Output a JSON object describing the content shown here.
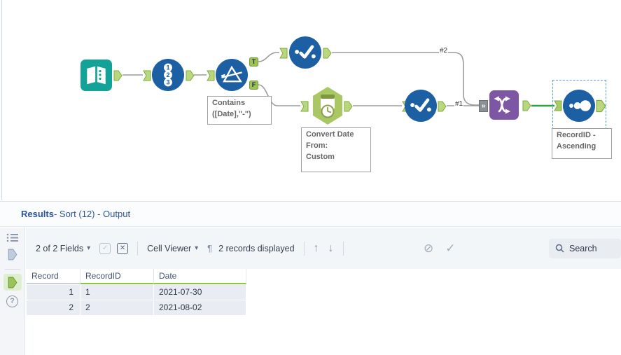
{
  "canvas": {
    "filter_anchor_true": "T",
    "filter_anchor_false": "F",
    "record_id_icon_digits": [
      "1",
      "2",
      "3"
    ],
    "connection_labels": {
      "branch1": "#1",
      "branch2": "#2"
    },
    "annotations": {
      "filter_line1": "Contains",
      "filter_line2": "([Date],\"-\")",
      "datetime_line1": "Convert Date",
      "datetime_line2": "From:",
      "datetime_line3": "Custom",
      "sort_line1": "RecordID -",
      "sort_line2": "Ascending"
    }
  },
  "results": {
    "header": {
      "title": "Results",
      "subtitle": " - Sort (12) - Output"
    },
    "toolbar": {
      "fields_dropdown": "2 of 2 Fields",
      "cell_viewer_dropdown": "Cell Viewer",
      "records_displayed": "2 records displayed",
      "search_placeholder": "Search"
    },
    "table": {
      "columns": [
        "Record",
        "RecordID",
        "Date"
      ],
      "rows": [
        {
          "record": "1",
          "record_id": "1",
          "date": "2021-07-30"
        },
        {
          "record": "2",
          "record_id": "2",
          "date": "2021-08-02"
        }
      ]
    }
  },
  "icons": {
    "caret_down": "▾",
    "pilcrow": "¶",
    "arrow_up": "↑",
    "arrow_down": "↓",
    "cancel": "⊘",
    "check": "✓",
    "check_small": "✓",
    "x_small": "✕",
    "help": "?",
    "multi_input": "»"
  },
  "colors": {
    "tool_blue": "#1d5fa3",
    "tool_teal": "#13a297",
    "datetime_green": "#a9c763",
    "union_purple": "#7e57a4",
    "anchor_green": "#b9d87e",
    "selection_blue": "#4f9ee8",
    "connection_gray": "#9c9c9c",
    "selected_connection_green": "#2f9e44",
    "field_underline_green": "#8cc63f",
    "results_title_blue": "#2c5796"
  }
}
